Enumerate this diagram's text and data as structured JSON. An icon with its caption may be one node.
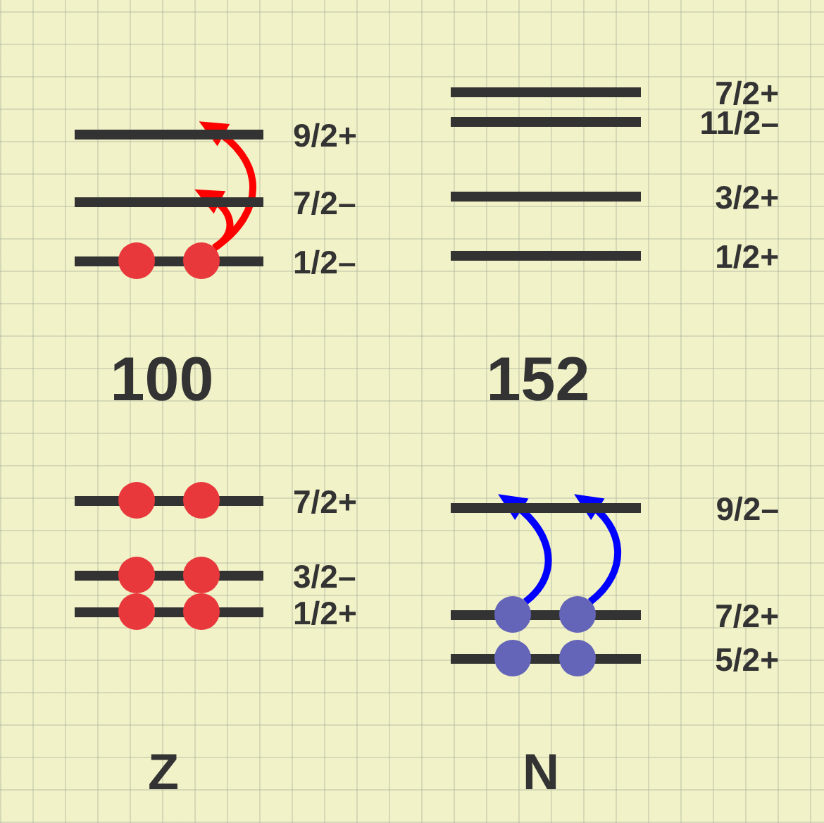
{
  "diagram": {
    "nodes": [
      {
        "text": [],
        "shape": "bar",
        "beside": [
          "9/2+"
        ]
      },
      {
        "text": [],
        "shape": "bar",
        "beside": [
          "7/2–"
        ]
      },
      {
        "text": [],
        "shape": "bar",
        "beside": [
          "1/2–"
        ]
      },
      {
        "text": [],
        "shape": "circle"
      },
      {
        "text": [],
        "shape": "circle"
      },
      {
        "text": [],
        "shape": "bar",
        "beside": [
          "7/2+"
        ]
      },
      {
        "text": [],
        "shape": "bar",
        "beside": [
          "11/2–"
        ]
      },
      {
        "text": [],
        "shape": "bar",
        "beside": [
          "3/2+"
        ]
      },
      {
        "text": [],
        "shape": "bar",
        "beside": [
          "1/2+"
        ]
      },
      {
        "text": [],
        "shape": "bar",
        "beside": [
          "7/2+"
        ]
      },
      {
        "text": [],
        "shape": "circle"
      },
      {
        "text": [],
        "shape": "circle"
      },
      {
        "text": [],
        "shape": "bar",
        "beside": [
          "3/2–"
        ]
      },
      {
        "text": [],
        "shape": "circle"
      },
      {
        "text": [],
        "shape": "circle"
      },
      {
        "text": [],
        "shape": "bar",
        "beside": [
          "1/2+"
        ]
      },
      {
        "text": [],
        "shape": "circle"
      },
      {
        "text": [],
        "shape": "circle"
      },
      {
        "text": [],
        "shape": "bar",
        "beside": [
          "9/2–"
        ]
      },
      {
        "text": [],
        "shape": "bar",
        "beside": [
          "7/2+"
        ]
      },
      {
        "text": [],
        "shape": "circle"
      },
      {
        "text": [],
        "shape": "circle"
      },
      {
        "text": [],
        "shape": "bar",
        "beside": [
          "5/2+"
        ]
      },
      {
        "text": [],
        "shape": "circle"
      },
      {
        "text": [],
        "shape": "circle"
      }
    ],
    "edges": [
      {
        "from": 4,
        "to": 1,
        "arrow": "to",
        "color": "#ff0000"
      },
      {
        "from": 4,
        "to": 0,
        "arrow": "to",
        "color": "#ff0000"
      },
      {
        "from": 20,
        "to": 18,
        "arrow": "to",
        "color": "#0000ff"
      },
      {
        "from": 21,
        "to": 18,
        "arrow": "to",
        "color": "#0000ff"
      }
    ],
    "labels": [
      "100",
      "152",
      "Z",
      "N"
    ]
  }
}
